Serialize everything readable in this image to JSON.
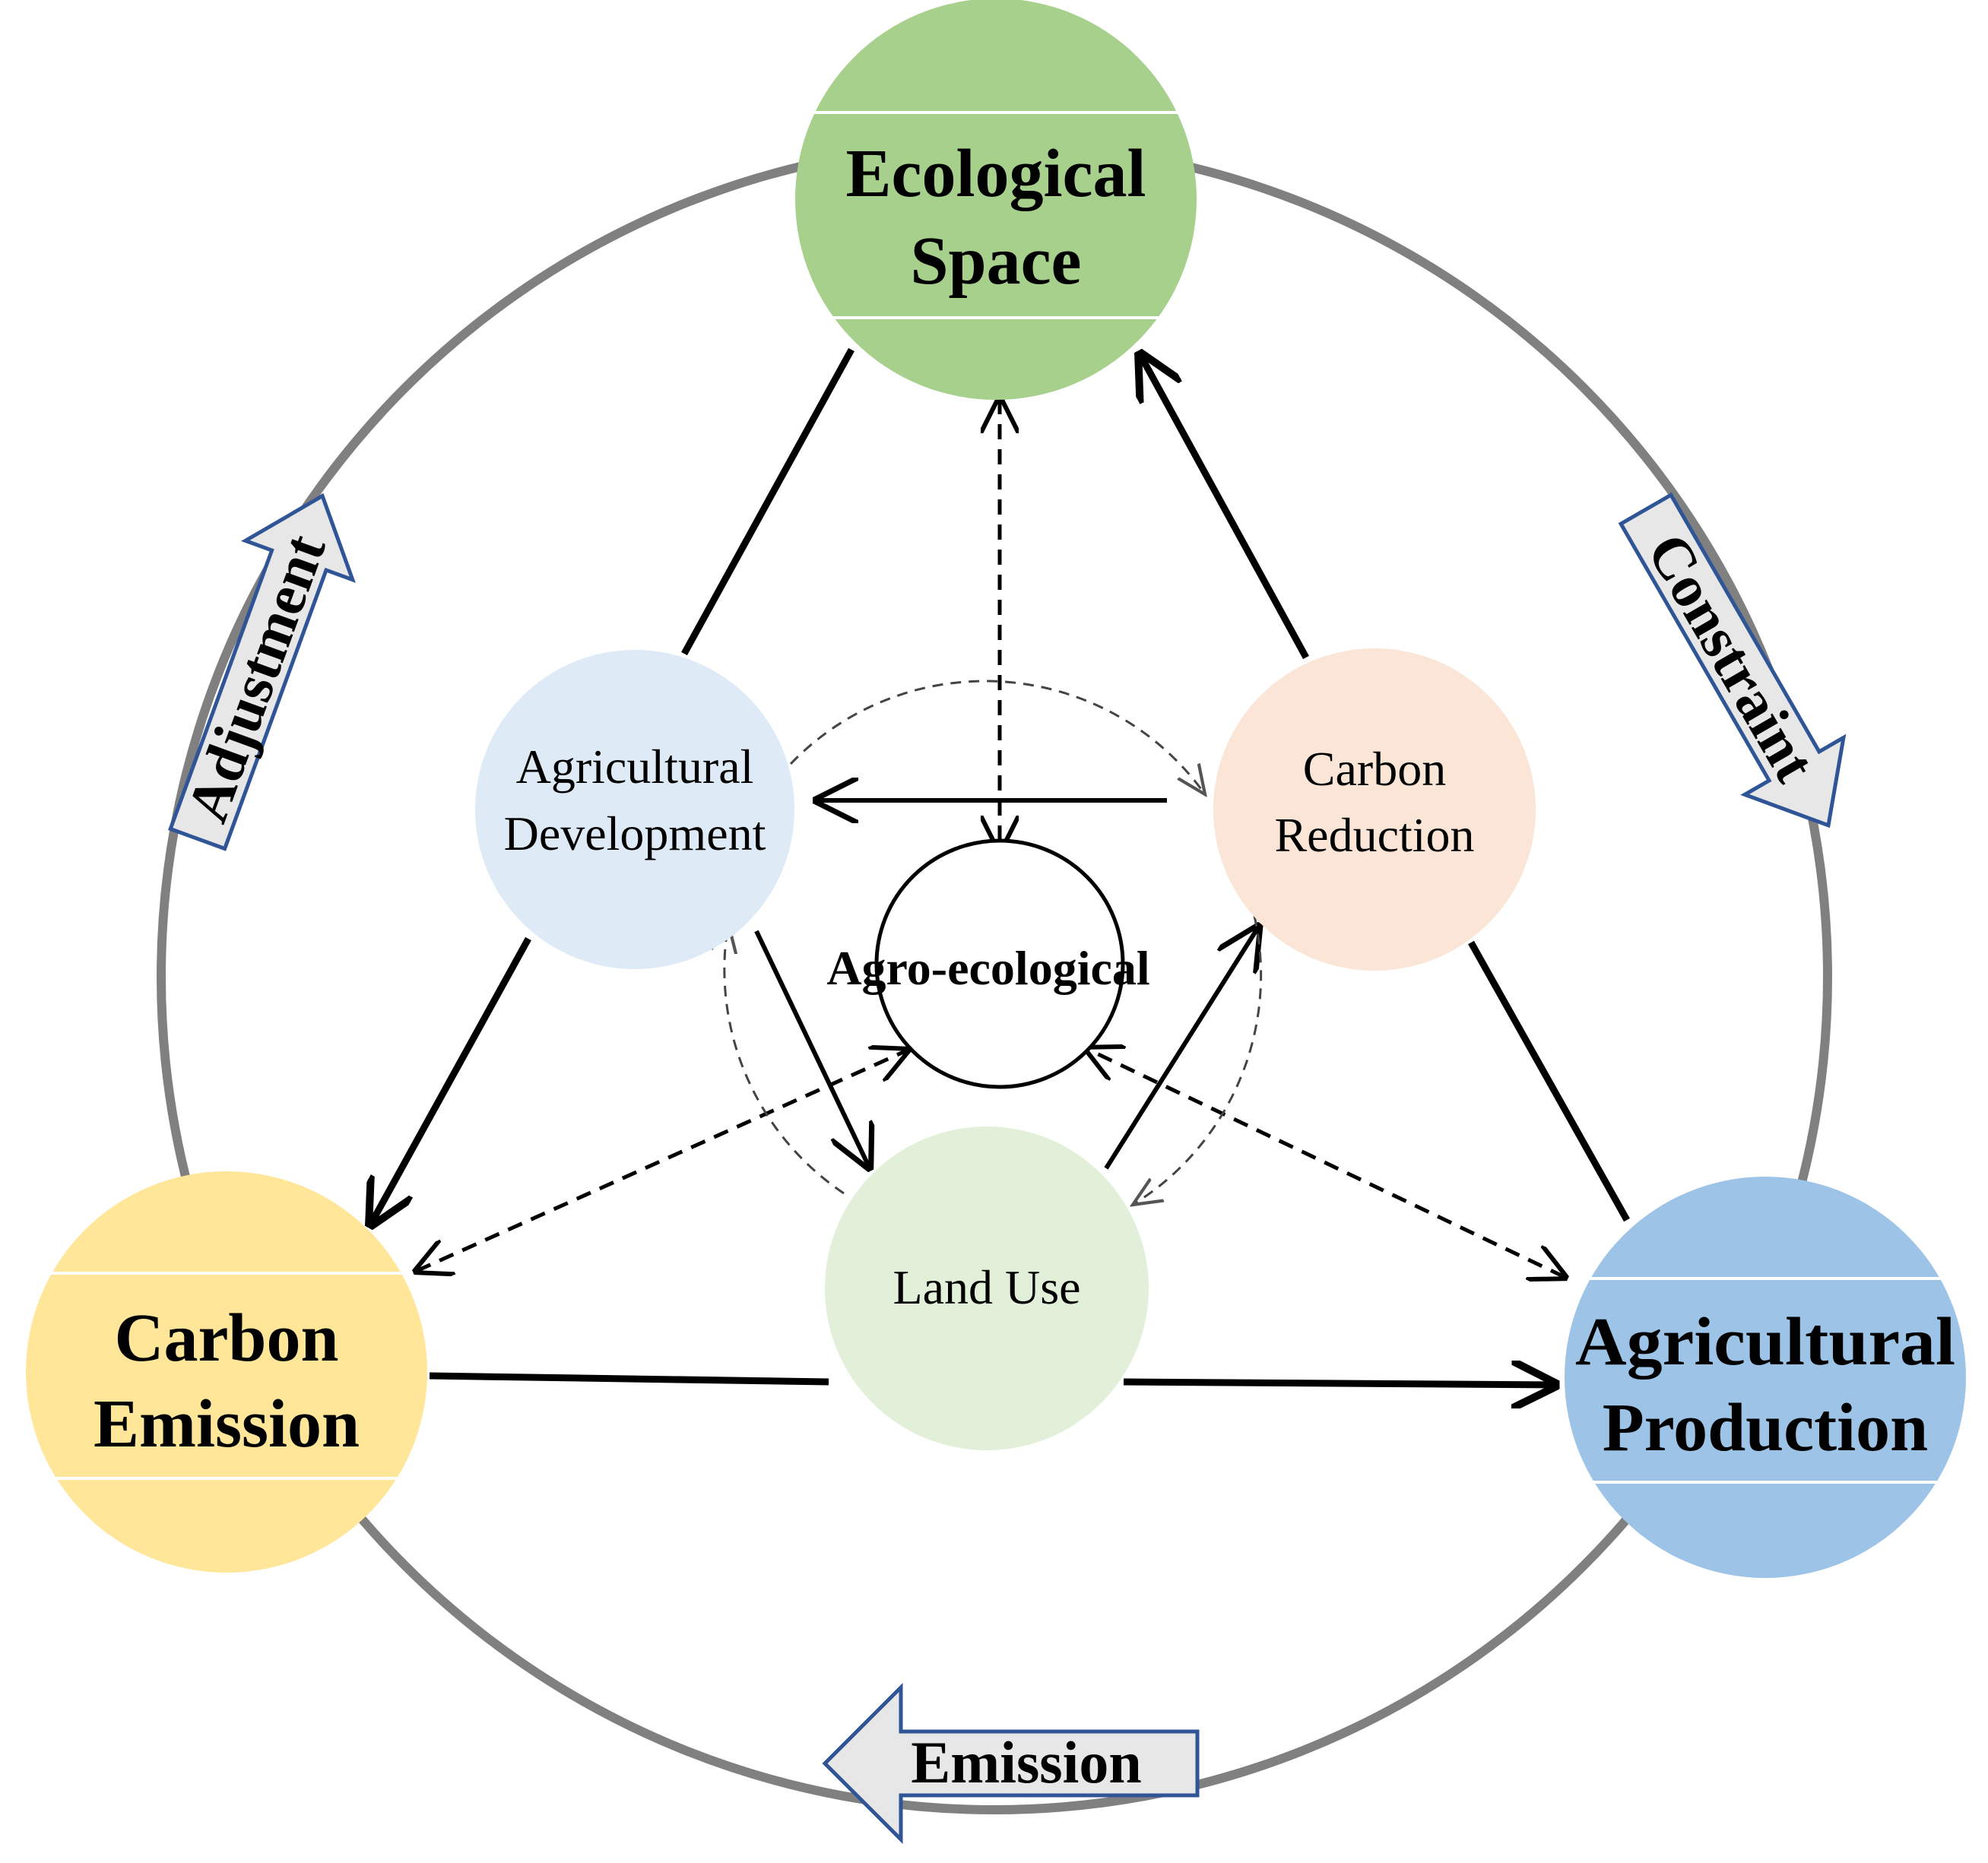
{
  "nodes": {
    "ecological_space": {
      "line1": "Ecological",
      "line2": "Space",
      "color": "#a7d08c"
    },
    "carbon_emission": {
      "line1": "Carbon",
      "line2": "Emission",
      "color": "#ffe699"
    },
    "agricultural_production": {
      "line1": "Agricultural",
      "line2": "Production",
      "color": "#9dc3e6"
    },
    "agricultural_development": {
      "line1": "Agricultural",
      "line2": "Development",
      "color": "#deebf7"
    },
    "carbon_reduction": {
      "line1": "Carbon",
      "line2": "Reduction",
      "color": "#fbe5d6"
    },
    "land_use": {
      "line1": "Land Use",
      "color": "#e2f0d9"
    },
    "core": {
      "label": "Agro-ecological"
    }
  },
  "cycle_arrows": {
    "adjustment": "Adjustment",
    "constraint": "Constraint",
    "emission": "Emission"
  },
  "colors": {
    "ring": "#808080",
    "arrow_fill": "#e7e7e7",
    "arrow_stroke": "#2f5597"
  }
}
